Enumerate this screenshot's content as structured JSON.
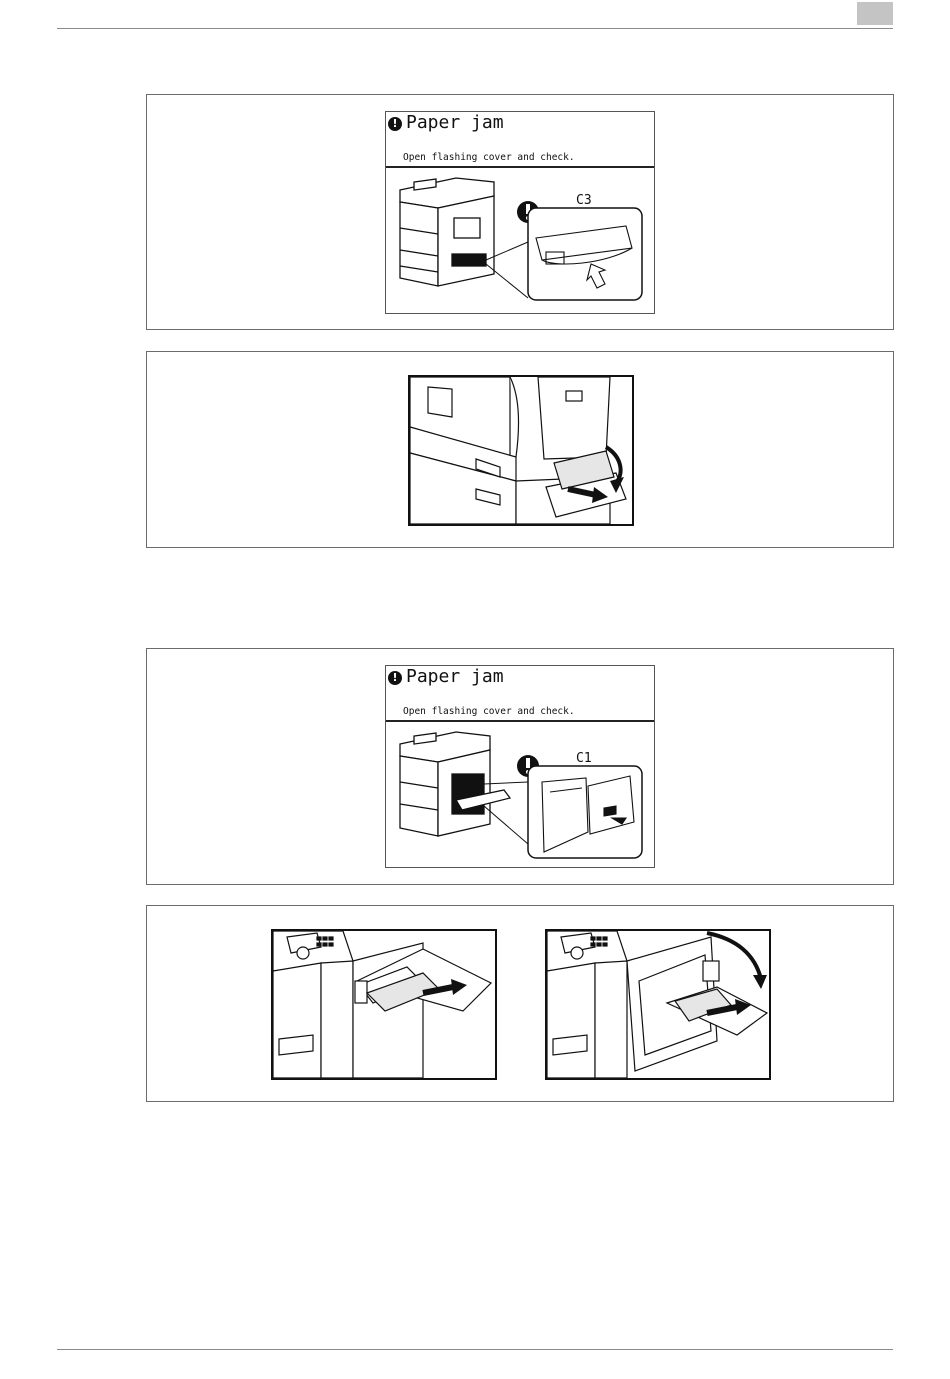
{
  "header": {
    "tab_color": "#c4c4c4"
  },
  "screens": [
    {
      "title": "Paper jam",
      "message": "Open flashing cover and check.",
      "location_label": "C3",
      "icon": "exclamation-icon"
    },
    {
      "title": "Paper jam",
      "message": "Open flashing cover and check.",
      "location_label": "C1",
      "icon": "exclamation-icon"
    }
  ],
  "illustrations": [
    {
      "name": "tray-jam-removal",
      "icon": "curved-arrow-icon"
    },
    {
      "name": "bypass-tray-paper-removal",
      "icon": "arrow-right-icon"
    },
    {
      "name": "side-cover-open-paper-removal",
      "icon": "curved-arrow-icon"
    }
  ]
}
